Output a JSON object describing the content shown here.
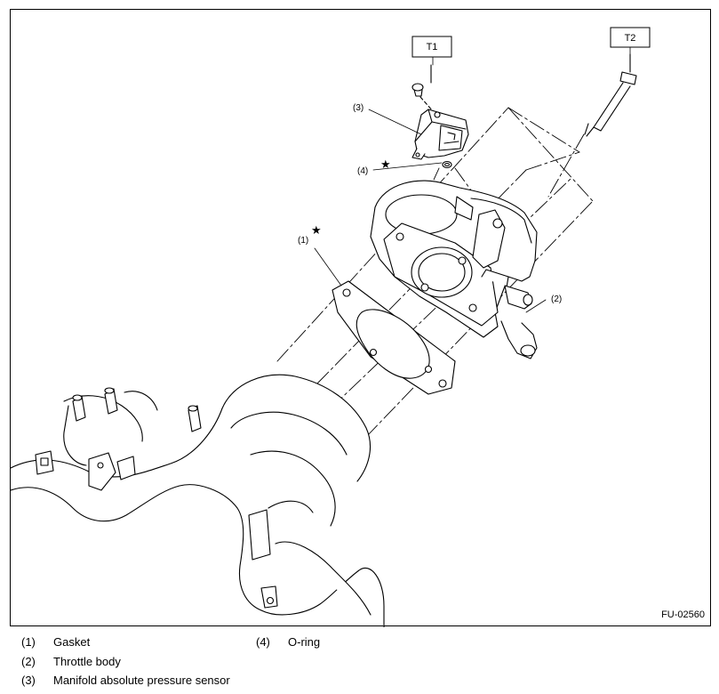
{
  "diagram": {
    "tool_labels": [
      "T1",
      "T2"
    ],
    "callouts": [
      "(1)",
      "(2)",
      "(3)",
      "(4)"
    ],
    "figure_id": "FU-02560",
    "star_symbol": "★"
  },
  "legend": [
    {
      "num": "(1)",
      "text": "Gasket"
    },
    {
      "num": "(2)",
      "text": "Throttle body"
    },
    {
      "num": "(3)",
      "text": "Manifold absolute pressure sensor"
    },
    {
      "num": "(4)",
      "text": "O-ring"
    }
  ]
}
